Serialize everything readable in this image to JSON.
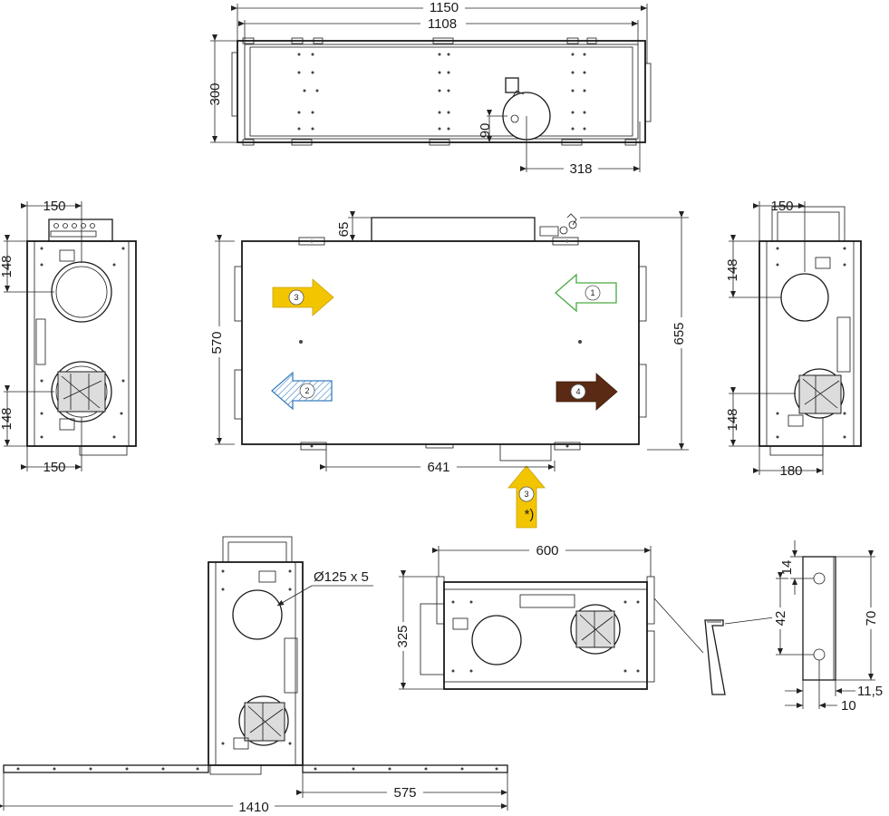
{
  "dimensions": {
    "top_total_width": "1150",
    "top_inner_width": "1108",
    "top_height": "300",
    "top_spigot_offset": "90",
    "top_spigot_from_right": "318",
    "left_spigot_width": "150",
    "left_upper_offset": "148",
    "left_lower_offset": "148",
    "left_bottom_width": "150",
    "front_spigot_height": "65",
    "front_height": "570",
    "front_total_height": "655",
    "front_bottom_width": "641",
    "right_spigot_width": "150",
    "right_upper_offset": "148",
    "right_lower_offset": "148",
    "right_bottom_width": "180",
    "duct_diameter": "Ø125 x 5",
    "mount_total_width": "1410",
    "mount_rail_width": "575",
    "ceiling_width": "600",
    "ceiling_height": "325",
    "bracket_hole_top": "14",
    "bracket_hole_spacing": "42",
    "bracket_height": "70",
    "bracket_offset_a": "11,5",
    "bracket_offset_b": "10"
  },
  "arrows": {
    "supply_in": "3",
    "outdoor_in": "1",
    "extract_in": "2",
    "exhaust_out": "4",
    "bottom_supply": "3",
    "bottom_note": "*)"
  },
  "colors": {
    "supply": "#f2c500",
    "outdoor": "#49a942",
    "extract": "#3a7fc0",
    "exhaust": "#5a2a14"
  }
}
